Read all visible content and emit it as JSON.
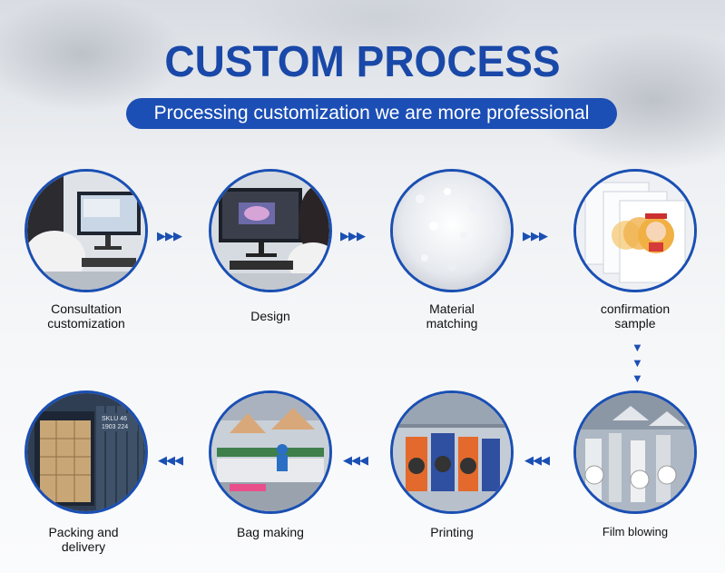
{
  "header": {
    "title": "CUSTOM PROCESS",
    "subtitle": "Processing customization we are more professional"
  },
  "steps": [
    {
      "label_line1": "Consultation",
      "label_line2": "customization"
    },
    {
      "label_line1": "Design",
      "label_line2": ""
    },
    {
      "label_line1": "Material",
      "label_line2": "matching"
    },
    {
      "label_line1": "confirmation",
      "label_line2": "sample"
    },
    {
      "label_line1": "Film blowing",
      "label_line2": ""
    },
    {
      "label_line1": "Printing",
      "label_line2": ""
    },
    {
      "label_line1": "Bag making",
      "label_line2": ""
    },
    {
      "label_line1": "Packing and",
      "label_line2": "delivery"
    }
  ],
  "container_text": {
    "line1": "SKLU 46",
    "line2": "1903 224"
  },
  "arrows": {
    "right": "▶▶▶",
    "left": "◀◀◀",
    "down": "▼"
  },
  "colors": {
    "brand_blue": "#1a4fb3",
    "title_blue": "#1948a8",
    "label_text": "#111111"
  }
}
